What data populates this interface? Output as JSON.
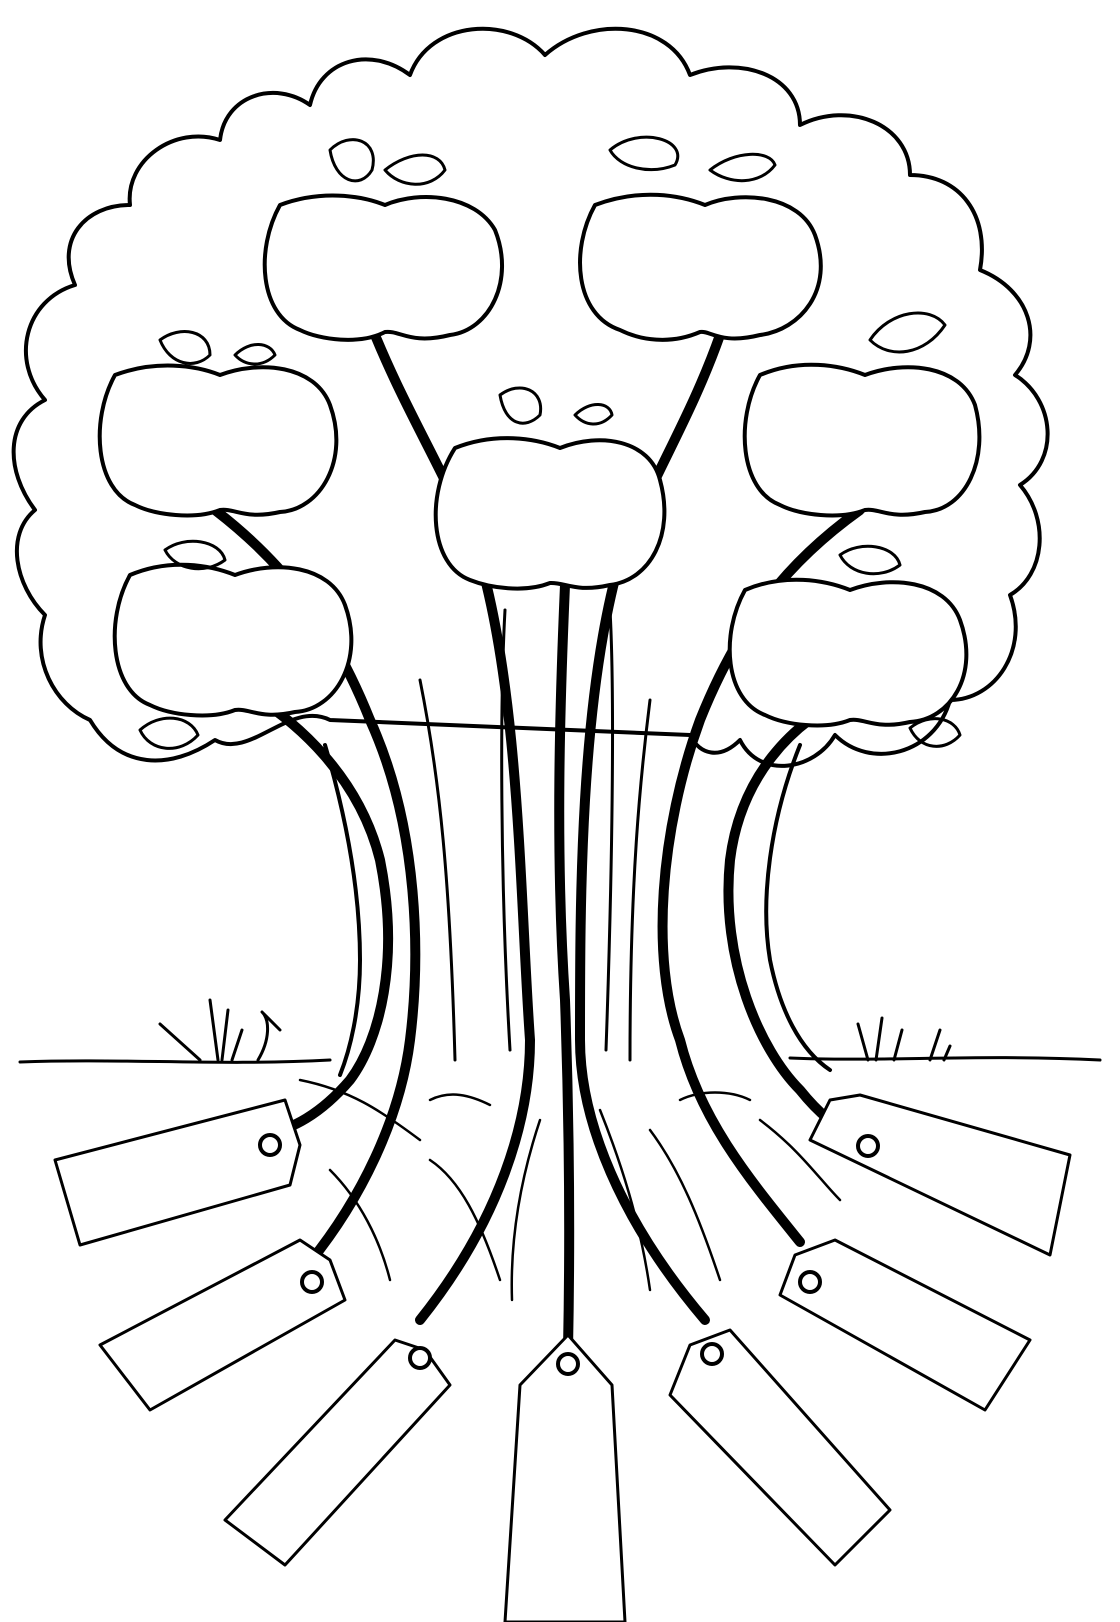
{
  "artwork": {
    "kind": "family-tree-coloring-page",
    "line_color": "#000000",
    "paper_color": "#ffffff",
    "apples": [
      {
        "id": "apple-top-left",
        "text": ""
      },
      {
        "id": "apple-top-right",
        "text": ""
      },
      {
        "id": "apple-mid-left",
        "text": ""
      },
      {
        "id": "apple-center",
        "text": ""
      },
      {
        "id": "apple-mid-right",
        "text": ""
      },
      {
        "id": "apple-low-left",
        "text": ""
      },
      {
        "id": "apple-low-right",
        "text": ""
      }
    ],
    "tags": [
      {
        "id": "tag-far-left",
        "text": ""
      },
      {
        "id": "tag-left",
        "text": ""
      },
      {
        "id": "tag-center-left",
        "text": ""
      },
      {
        "id": "tag-center",
        "text": ""
      },
      {
        "id": "tag-center-right",
        "text": ""
      },
      {
        "id": "tag-right",
        "text": ""
      },
      {
        "id": "tag-far-right",
        "text": ""
      }
    ]
  }
}
